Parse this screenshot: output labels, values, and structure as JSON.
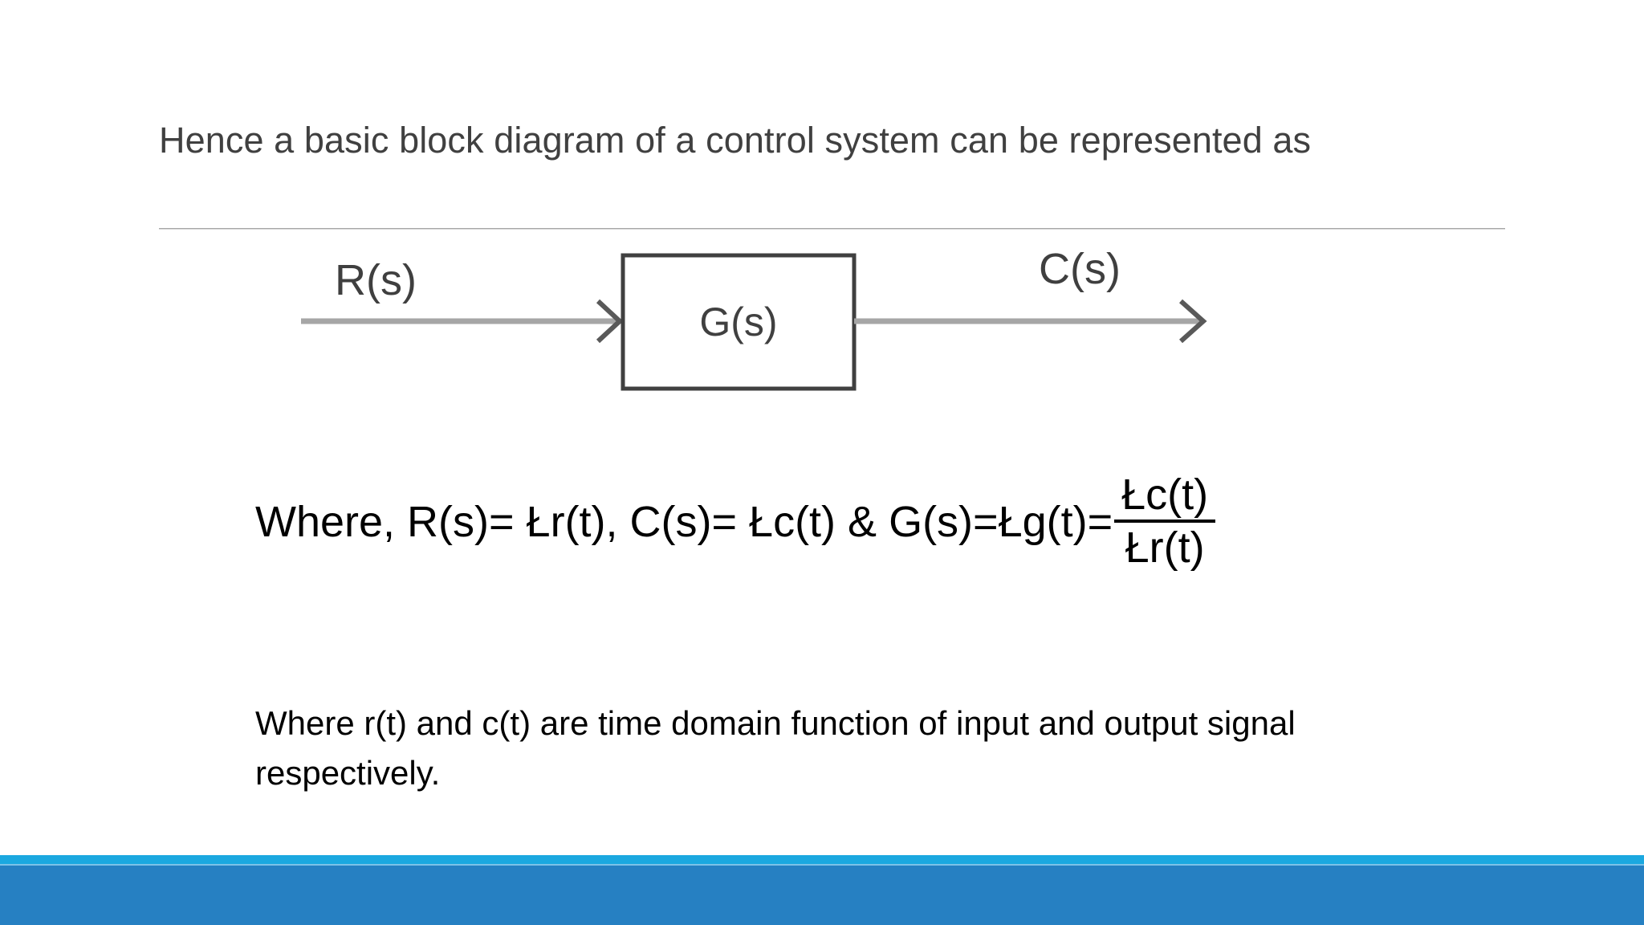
{
  "slide": {
    "title": "Hence a basic block diagram of a control system can be represented as",
    "background_color": "#ffffff"
  },
  "divider": {
    "color": "#a6a6a6"
  },
  "diagram": {
    "name": "control-system-block-diagram",
    "input_label": "R(s)",
    "block_label": "G(s)",
    "output_label": "C(s)",
    "line_color": "#a6a6a6",
    "arrow_color": "#595959",
    "box_border_color": "#404040",
    "box_fill": "#ffffff"
  },
  "equation": {
    "prefix": "Where, R(s)= Łr(t), C(s)= Łc(t) & G(s)=Łg(t)=",
    "numerator": "Łc(t)",
    "denominator": "Łr(t)"
  },
  "body": {
    "paragraph": "Where r(t) and c(t) are time domain function of input and output signal respectively."
  },
  "footer": {
    "light_bar_color": "#1ba8e0",
    "dark_bar_color": "#2680c2"
  }
}
